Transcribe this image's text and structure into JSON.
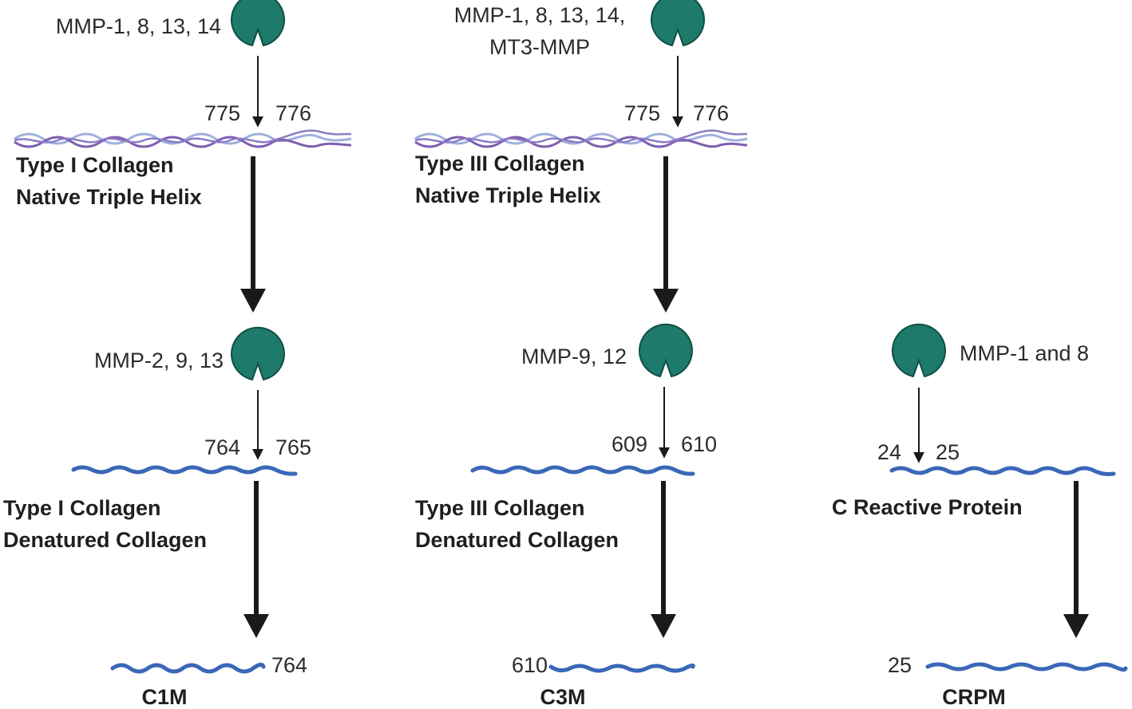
{
  "pathways": [
    {
      "enzyme1": [
        "MMP-1, 8, 13, 14"
      ],
      "cleave1": {
        "left": "775",
        "right": "776"
      },
      "substrate1": [
        "Type I Collagen",
        "Native Triple Helix"
      ],
      "enzyme2": [
        "MMP-2, 9, 13"
      ],
      "cleave2": {
        "left": "764",
        "right": "765"
      },
      "substrate2": [
        "Type I Collagen",
        "Denatured Collagen"
      ],
      "product_number": "764",
      "product": "C1M"
    },
    {
      "enzyme1": [
        "MMP-1, 8, 13, 14,",
        "MT3-MMP"
      ],
      "cleave1": {
        "left": "775",
        "right": "776"
      },
      "substrate1": [
        "Type III Collagen",
        "Native Triple Helix"
      ],
      "enzyme2": [
        "MMP-9, 12"
      ],
      "cleave2": {
        "left": "609",
        "right": "610"
      },
      "substrate2": [
        "Type III Collagen",
        "Denatured Collagen"
      ],
      "product_number": "610",
      "product": "C3M"
    },
    {
      "enzyme2": [
        "MMP-1 and 8"
      ],
      "cleave2": {
        "left": "24",
        "right": "25"
      },
      "substrate2": [
        "C Reactive Protein"
      ],
      "product_number": "25",
      "product": "CRPM"
    }
  ],
  "colors": {
    "enzyme": "#1e7a6b",
    "enzyme_stroke": "#0f4f45",
    "peptide": "#3a67b8",
    "helix_dark": "#7d5fb0",
    "helix_light": "#9fb0de",
    "arrow": "#1a1a1a"
  }
}
